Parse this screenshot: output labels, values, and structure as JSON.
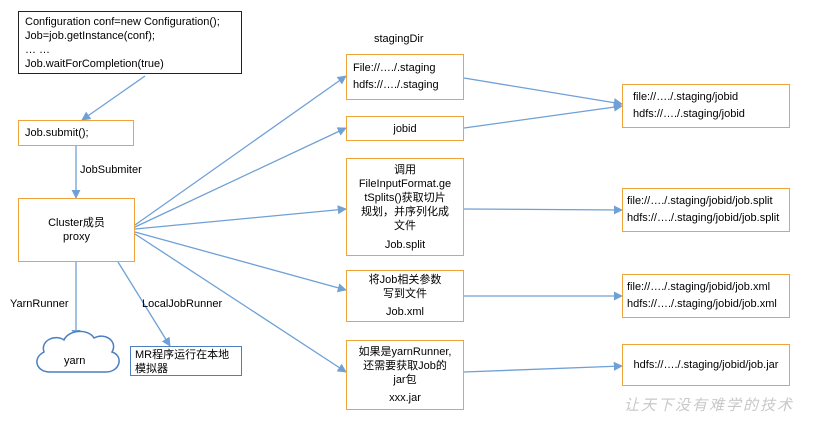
{
  "code_box": {
    "lines": [
      "Configuration conf=new Configuration();",
      "Job=job.getInstance(conf);",
      "… …",
      "Job.waitForCompletion(true)"
    ]
  },
  "job_submit": "Job.submit();",
  "job_submitter_label": "JobSubmiter",
  "cluster": {
    "line1": "Cluster成员",
    "line2": "proxy"
  },
  "yarn_runner_label": "YarnRunner",
  "local_runner_label": "LocalJobRunner",
  "yarn_cloud": "yarn",
  "mr_box": {
    "line1": "MR程序运行在本地",
    "line2": "模拟器"
  },
  "staging_dir_label": "stagingDir",
  "staging_box": {
    "line1": "File://…./.staging",
    "line2": "hdfs://…./.staging"
  },
  "jobid_box": "jobid",
  "split_box": {
    "lines": [
      "调用",
      "FileInputFormat.ge",
      "tSplits()获取切片",
      "规划，并序列化成",
      "文件"
    ],
    "file": "Job.split"
  },
  "xml_box": {
    "lines": [
      "将Job相关参数",
      "写到文件"
    ],
    "file": "Job.xml"
  },
  "jar_box": {
    "lines": [
      "如果是yarnRunner,",
      "还需要获取Job的",
      "jar包"
    ],
    "file": "xxx.jar"
  },
  "result_jobid": {
    "line1": "file://…./.staging/jobid",
    "line2": "hdfs://…./.staging/jobid"
  },
  "result_split": {
    "line1": "file://…./.staging/jobid/job.split",
    "line2": "hdfs://…./.staging/jobid/job.split"
  },
  "result_xml": {
    "line1": "file://…./.staging/jobid/job.xml",
    "line2": "hdfs://…./.staging/jobid/job.xml"
  },
  "result_jar": {
    "line1": "hdfs://…./.staging/jobid/job.jar"
  },
  "watermark": "让天下没有难学的技术",
  "colors": {
    "box_orange": "#f0a33a",
    "arrow_blue": "#6fa0d6",
    "box_blue": "#4a7fc1"
  }
}
